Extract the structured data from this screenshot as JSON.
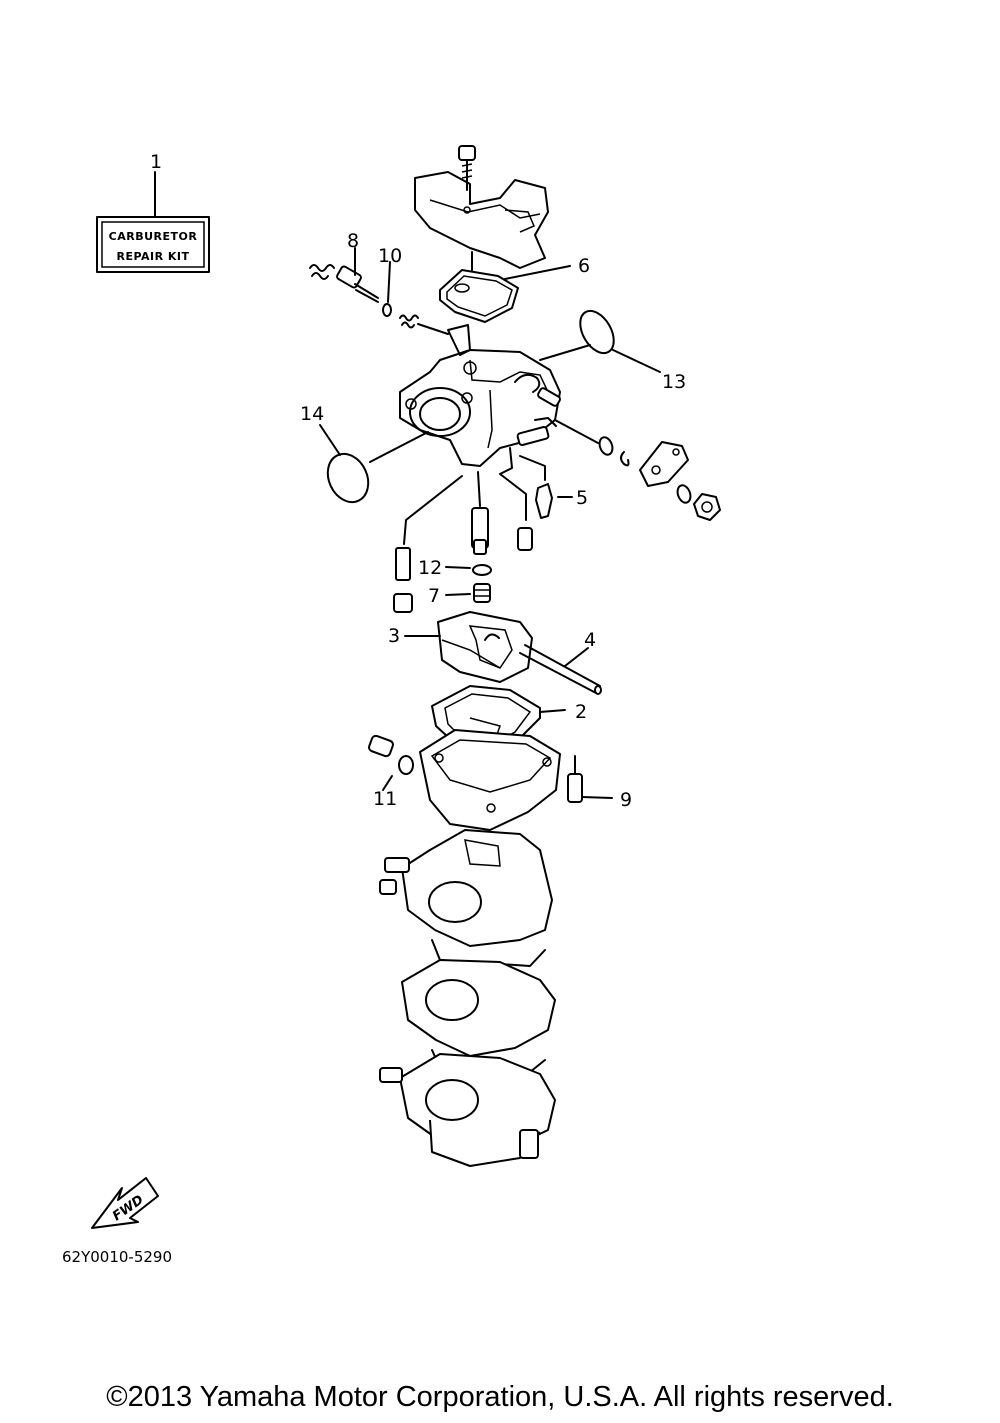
{
  "diagram": {
    "callouts": {
      "c1": "1",
      "c2": "2",
      "c3": "3",
      "c4": "4",
      "c5": "5",
      "c6": "6",
      "c7": "7",
      "c8": "8",
      "c9": "9",
      "c10": "10",
      "c11": "11",
      "c12": "12",
      "c13": "13",
      "c14": "14"
    },
    "kit_label_line1": "CARBURETOR",
    "kit_label_line2": "REPAIR KIT",
    "fwd_label": "FWD",
    "reference_code": "62Y0010-5290"
  },
  "footer": {
    "copyright": "©2013 Yamaha Motor Corporation, U.S.A. All rights reserved."
  }
}
